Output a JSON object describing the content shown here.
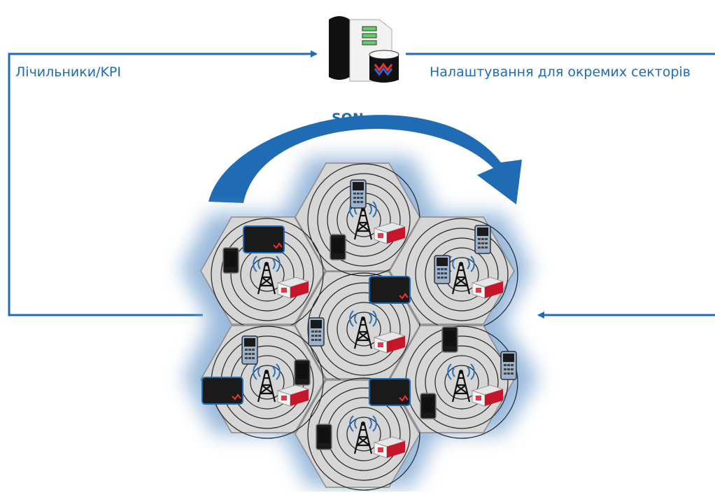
{
  "labels": {
    "left": "Лічильники/KPI",
    "right": "Налаштування для окремих секторів",
    "son": "SON"
  },
  "colors": {
    "accent": "#1f6bb4",
    "cell_fill": "#d6d6d6",
    "cell_stroke": "#8a8a8a",
    "glow": "#8fb2d9",
    "screen": "#1a1a1a"
  },
  "icons": {
    "server": "server-icon",
    "tower": "cell-tower-icon",
    "base_station": "base-station-box-icon",
    "tablet": "tablet-icon",
    "phone": "phone-icon",
    "smartphone": "smartphone-icon"
  }
}
